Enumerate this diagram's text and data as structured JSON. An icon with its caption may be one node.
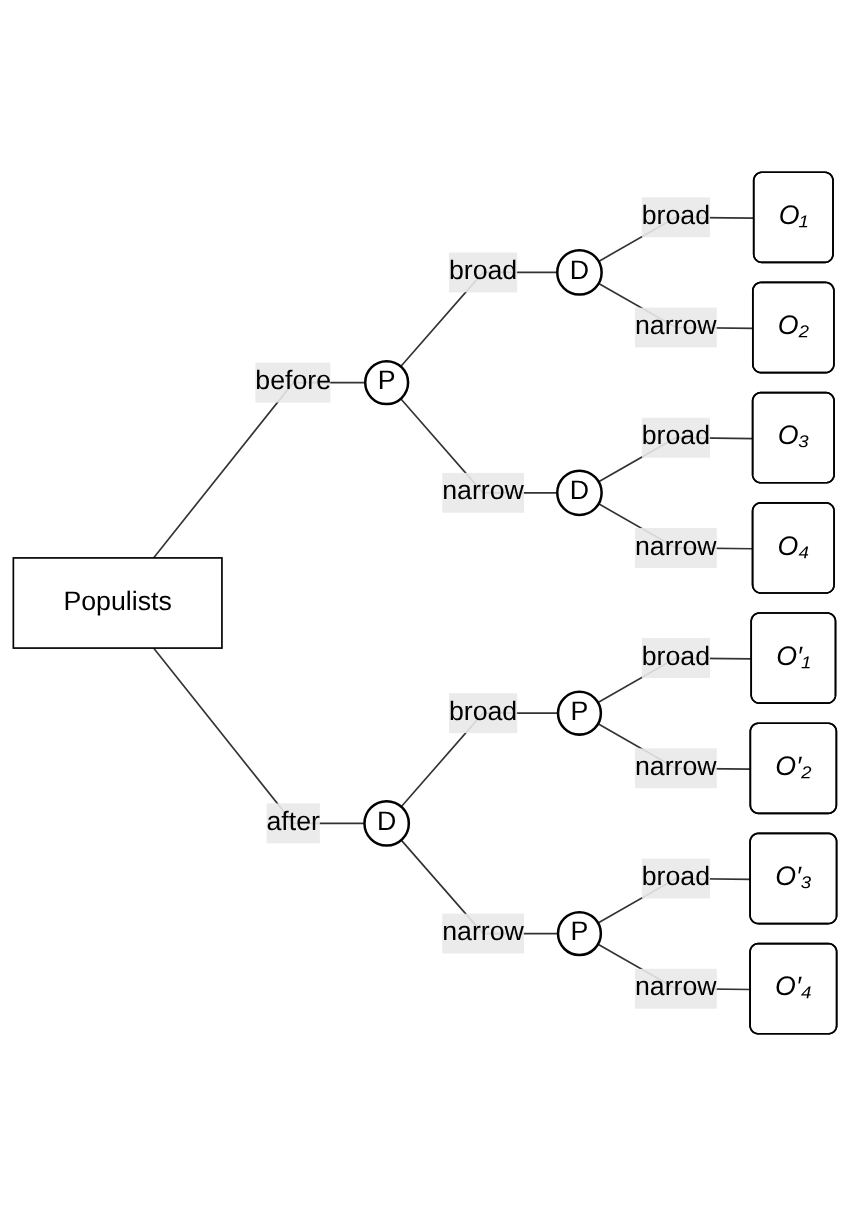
{
  "diagram": {
    "nodes": [
      {
        "text": [
          "Populists"
        ]
      },
      {
        "text": [
          "P"
        ]
      },
      {
        "text": [
          "D"
        ]
      },
      {
        "text": [
          "O₁"
        ]
      },
      {
        "text": [
          "O₂"
        ]
      },
      {
        "text": [
          "D"
        ]
      },
      {
        "text": [
          "O₃"
        ]
      },
      {
        "text": [
          "O₄"
        ]
      },
      {
        "text": [
          "D"
        ]
      },
      {
        "text": [
          "P"
        ]
      },
      {
        "text": [
          "O′₁"
        ]
      },
      {
        "text": [
          "O′₂"
        ]
      },
      {
        "text": [
          "P"
        ]
      },
      {
        "text": [
          "O′₃"
        ]
      },
      {
        "text": [
          "O′₄"
        ]
      }
    ],
    "edges": [
      {
        "from": 0,
        "to": 1,
        "arrow": "none",
        "label": "before"
      },
      {
        "from": 1,
        "to": 2,
        "arrow": "none",
        "label": "broad"
      },
      {
        "from": 2,
        "to": 3,
        "arrow": "none",
        "label": "broad"
      },
      {
        "from": 2,
        "to": 4,
        "arrow": "none",
        "label": "narrow"
      },
      {
        "from": 1,
        "to": 5,
        "arrow": "none",
        "label": "narrow"
      },
      {
        "from": 5,
        "to": 6,
        "arrow": "none",
        "label": "broad"
      },
      {
        "from": 5,
        "to": 7,
        "arrow": "none",
        "label": "narrow"
      },
      {
        "from": 0,
        "to": 8,
        "arrow": "none",
        "label": "after"
      },
      {
        "from": 8,
        "to": 9,
        "arrow": "none",
        "label": "broad"
      },
      {
        "from": 9,
        "to": 10,
        "arrow": "none",
        "label": "broad"
      },
      {
        "from": 9,
        "to": 11,
        "arrow": "none",
        "label": "narrow"
      },
      {
        "from": 8,
        "to": 12,
        "arrow": "none",
        "label": "narrow"
      },
      {
        "from": 12,
        "to": 13,
        "arrow": "none",
        "label": "broad"
      },
      {
        "from": 12,
        "to": 14,
        "arrow": "none",
        "label": "narrow"
      }
    ]
  }
}
